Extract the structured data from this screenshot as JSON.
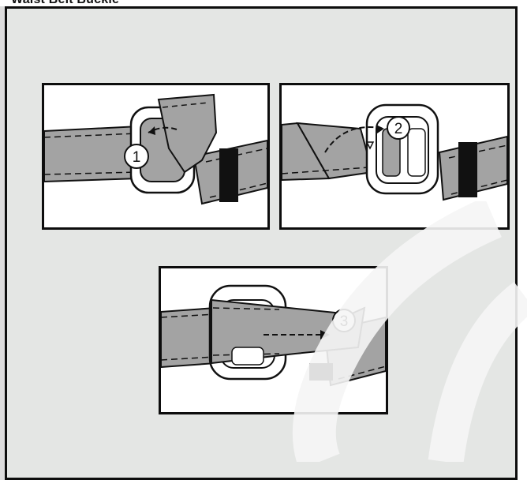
{
  "page": {
    "title": "Waist Belt Buckle"
  },
  "steps": [
    {
      "number": "1",
      "callout": "①"
    },
    {
      "number": "2",
      "callout": "②"
    },
    {
      "number": "3",
      "callout": "③"
    }
  ],
  "colors": {
    "background": "#e4e6e4",
    "strap": "#a3a3a3",
    "outline": "#0d0d0d",
    "panel": "#ffffff",
    "watermark": "#f2f2f2"
  },
  "icons": [
    "buckle-icon",
    "curved-arrow-icon",
    "straight-arrow-icon"
  ]
}
